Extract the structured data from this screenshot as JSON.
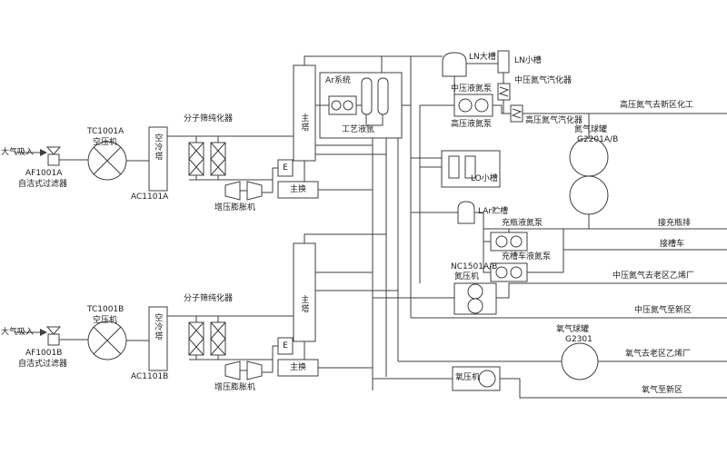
{
  "train_a": {
    "intake": "大气吸入",
    "filter_tag": "AF1001A",
    "filter_name": "自洁式过滤器",
    "compressor_tag": "TC1001A",
    "compressor_name": "空压机",
    "cooling_tower": "空冷塔",
    "cooling_tower_tag": "AC1101A",
    "purifier": "分子筛纯化器",
    "expander": "增压膨胀机",
    "column": "主塔",
    "subcooler": "E",
    "main_exchanger": "主换"
  },
  "train_b": {
    "intake": "大气吸入",
    "filter_tag": "AF1001B",
    "filter_name": "自洁式过滤器",
    "compressor_tag": "TC1001B",
    "compressor_name": "空压机",
    "cooling_tower": "空冷塔",
    "cooling_tower_tag": "AC1101B",
    "purifier": "分子筛纯化器",
    "expander": "增压膨胀机",
    "column": "主塔",
    "subcooler": "E",
    "main_exchanger": "主换"
  },
  "argon": {
    "system": "Ar系统",
    "process_liquid_argon": "工艺液氩"
  },
  "nitrogen": {
    "ln_large_tank": "LN大槽",
    "ln_small_tank": "LN小槽",
    "mp_vaporizer": "中压氮气汽化器",
    "mp_pump": "中压液氮泵",
    "hp_pump": "高压液氮泵",
    "hp_vaporizer": "高压氮气汽化器",
    "hp_product": "高压氮气去新区化工",
    "sphere_name": "氮气球罐",
    "sphere_tag": "G2201A/B",
    "lo_small_tank": "LO小槽",
    "lar_tank": "LAr贮槽",
    "bottle_pump": "充瓶液氮泵",
    "bottle_line": "接充瓶排",
    "truck_line": "接槽车",
    "truck_pump": "充槽车液氮泵",
    "compressor_tag": "NC1501A/B",
    "compressor_name": "氮压机",
    "mp_old_product": "中压氮气去老区乙烯厂",
    "mp_new_product": "中压氮气至新区"
  },
  "oxygen": {
    "sphere_name": "氧气球罐",
    "sphere_tag": "G2301",
    "old_product": "氧气去老区乙烯厂",
    "compressor_name": "氧压机",
    "new_product": "氧气至新区"
  }
}
